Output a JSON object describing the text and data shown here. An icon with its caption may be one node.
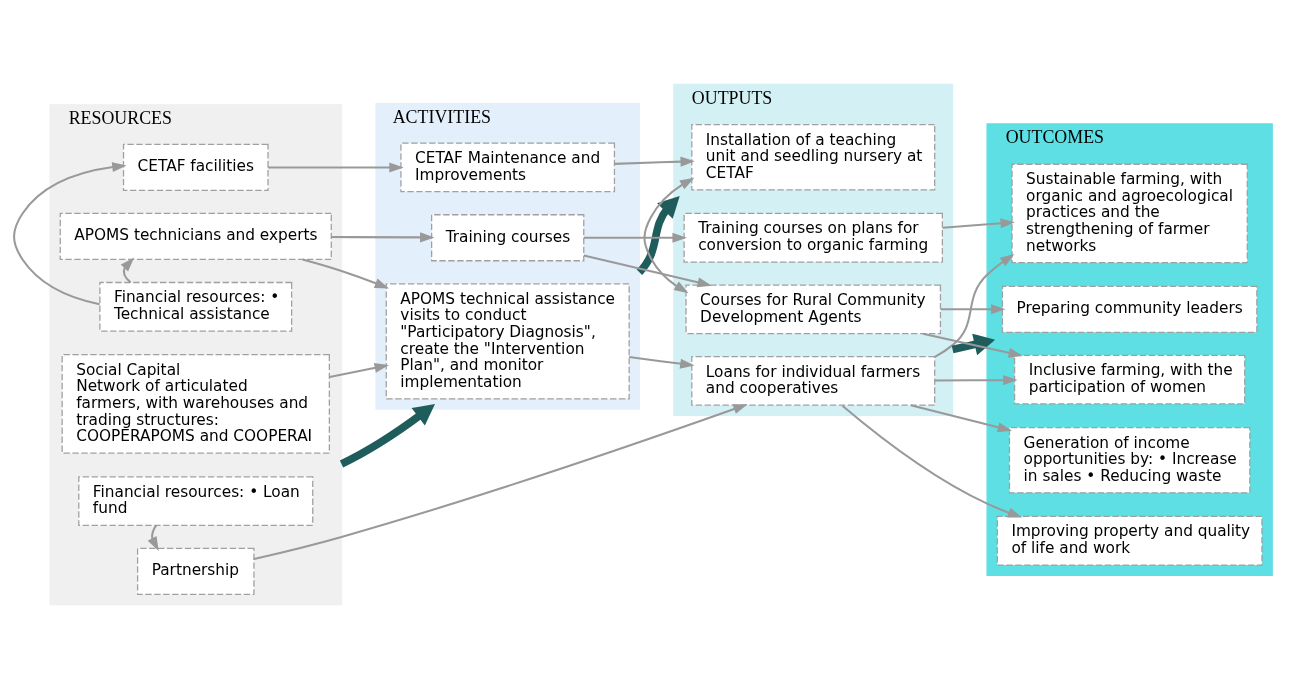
{
  "diagram": {
    "nodes": [
      {
        "text": [
          "RESOURCES"
        ]
      },
      {
        "text": [
          "Financial resources: • Loan fund"
        ],
        "in": 0
      },
      {
        "text": [
          "Partnership"
        ],
        "in": 0
      },
      {
        "text": [
          "Social Capital",
          "Network of articulated farmers, with warehouses and trading structures: COOPERAPOMS and COOPERAI"
        ],
        "in": 0
      },
      {
        "text": [
          "Financial resources: • Technical assistance"
        ],
        "in": 0
      },
      {
        "text": [
          "APOMS technicians and experts"
        ],
        "in": 0
      },
      {
        "text": [
          "CETAF facilities"
        ],
        "in": 0
      },
      {
        "text": [
          "ACTIVITIES"
        ]
      },
      {
        "text": [
          "APOMS technical assistance visits to conduct \"Participatory Diagnosis\", create the \"Intervention Plan\", and monitor implementation"
        ],
        "in": 7
      },
      {
        "text": [
          "CETAF Maintenance and Improvements"
        ],
        "in": 7
      },
      {
        "text": [
          "Training courses"
        ],
        "in": 7
      },
      {
        "text": [
          "OUTPUTS"
        ]
      },
      {
        "text": [
          "Loans for individual farmers and cooperatives"
        ],
        "in": 11
      },
      {
        "text": [
          "Installation of a teaching unit and seedling nursery at CETAF"
        ],
        "in": 11
      },
      {
        "text": [
          "Courses for Rural Community Development Agents"
        ],
        "in": 11
      },
      {
        "text": [
          "Training courses on plans for conversion to organic farming"
        ],
        "in": 11
      },
      {
        "text": [
          "OUTCOMES"
        ]
      },
      {
        "text": [
          "Generation of income opportunities by: • Increase in sales • Reducing waste"
        ],
        "in": 16
      },
      {
        "text": [
          "Improving property and quality of life and work"
        ],
        "in": 16
      },
      {
        "text": [
          "Inclusive farming, with the participation of women"
        ],
        "in": 16
      },
      {
        "text": [
          "Sustainable farming, with organic and agroecological practices and the strengthening of farmer networks"
        ],
        "in": 16
      },
      {
        "text": [
          "Preparing community leaders"
        ],
        "in": 16
      }
    ],
    "edges": [
      {
        "from": 0,
        "to": 7,
        "arrow": "to",
        "style": "thick",
        "color": "#1f5c5c"
      },
      {
        "from": 7,
        "to": 11,
        "arrow": "to",
        "style": "thick",
        "color": "#1f5c5c"
      },
      {
        "from": 11,
        "to": 16,
        "arrow": "to",
        "style": "thick",
        "color": "#1f5c5c"
      },
      {
        "from": 1,
        "to": 2,
        "arrow": "to"
      },
      {
        "from": 2,
        "to": 12,
        "arrow": "to"
      },
      {
        "from": 3,
        "to": 8,
        "arrow": "to"
      },
      {
        "from": 4,
        "to": 5,
        "arrow": "to"
      },
      {
        "from": 4,
        "to": 6,
        "arrow": "to"
      },
      {
        "from": 5,
        "to": 8,
        "arrow": "to"
      },
      {
        "from": 5,
        "to": 10,
        "arrow": "to"
      },
      {
        "from": 6,
        "to": 9,
        "arrow": "to"
      },
      {
        "from": 8,
        "to": 12,
        "arrow": "to"
      },
      {
        "from": 9,
        "to": 13,
        "arrow": "to"
      },
      {
        "from": 10,
        "to": 14,
        "arrow": "to"
      },
      {
        "from": 10,
        "to": 15,
        "arrow": "to"
      },
      {
        "from": 13,
        "to": 14,
        "arrow": "both"
      },
      {
        "from": 12,
        "to": 17,
        "arrow": "to"
      },
      {
        "from": 12,
        "to": 18,
        "arrow": "to"
      },
      {
        "from": 12,
        "to": 19,
        "arrow": "to"
      },
      {
        "from": 12,
        "to": 20,
        "arrow": "to"
      },
      {
        "from": 14,
        "to": 19,
        "arrow": "to"
      },
      {
        "from": 14,
        "to": 21,
        "arrow": "to"
      },
      {
        "from": 15,
        "to": 20,
        "arrow": "to"
      }
    ]
  }
}
